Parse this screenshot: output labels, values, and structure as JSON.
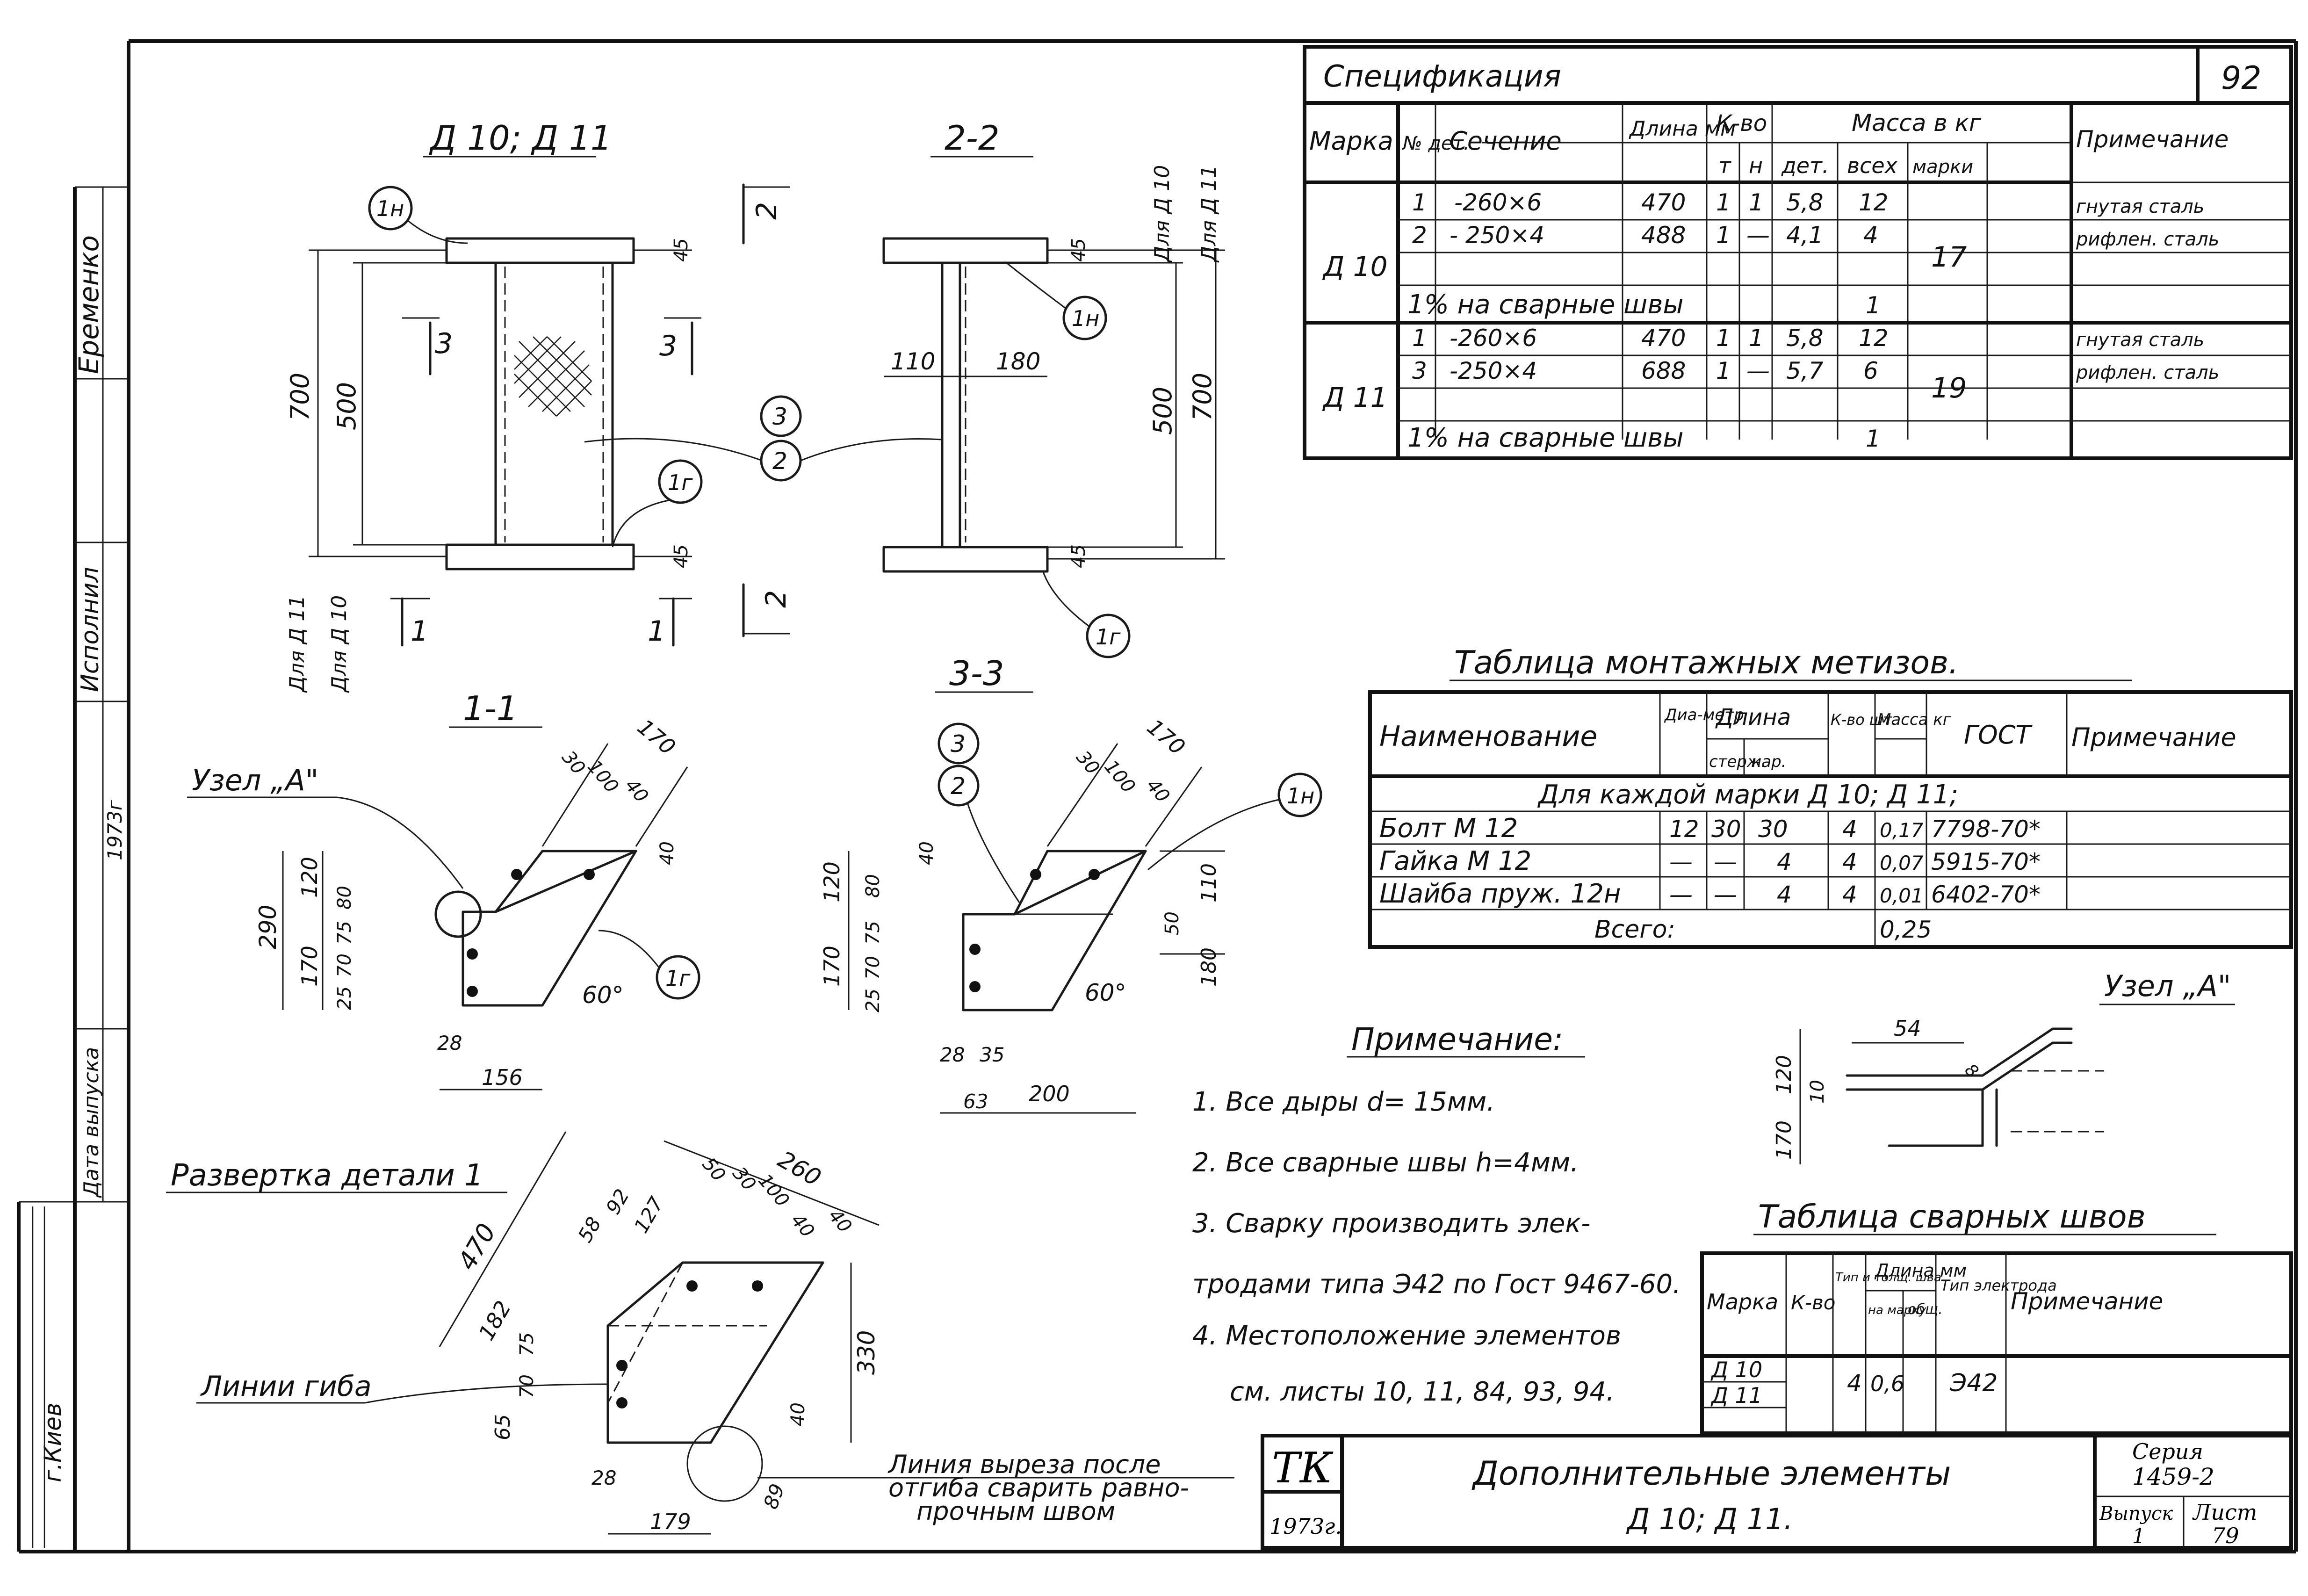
{
  "sheet_number": "92",
  "drawing": {
    "view_top_left_title": "Д 10; Д 11",
    "view_top_right_title": "2-2",
    "section_1_title": "1-1",
    "section_3_title": "3-3",
    "node_a_label": "Узел „А\"",
    "node_a_detail_title": "Узел „А\"",
    "unfold_title": "Развертка детали 1",
    "bend_lines_label": "Линии гиба",
    "cut_line_note": "Линия выреза после отгиба сварить равно-прочным швом",
    "markers": {
      "m1n": "1н",
      "m1r": "1г",
      "m2": "2",
      "m3": "3"
    },
    "cut_marks": {
      "c1": "1",
      "c2": "2",
      "c3": "3"
    },
    "for_d10": "Для Д 10",
    "for_d11": "Для Д 11",
    "dims": {
      "d700": "700",
      "d500": "500",
      "d45": "45",
      "d110": "110",
      "d180": "180",
      "d170": "170",
      "d30": "30",
      "d100": "100",
      "d40": "40",
      "d290": "290",
      "d120": "120",
      "d80": "80",
      "d75": "75",
      "d70": "70",
      "d25": "25",
      "d28": "28",
      "d156": "156",
      "d60": "60°",
      "d50": "50",
      "d35": "35",
      "d63": "63",
      "d200": "200",
      "d260": "260",
      "d470": "470",
      "d58": "58",
      "d92": "92",
      "d127": "127",
      "d182": "182",
      "d330": "330",
      "d65": "65",
      "d179": "179",
      "d89": "89",
      "d54": "54",
      "d10": "10",
      "d8": "8"
    }
  },
  "spec": {
    "title": "Спецификация",
    "headers": {
      "mark": "Марка",
      "det": "№ дет.",
      "section": "Сечение",
      "length": "Длина мм",
      "qty": "К-во",
      "qty_t": "т",
      "qty_n": "н",
      "mass": "Масса в кг",
      "mass_det": "дет.",
      "mass_all": "всех",
      "mass_mark": "марки",
      "note": "Примечание"
    },
    "d10": {
      "mark": "Д 10",
      "rows": [
        {
          "det": "1",
          "section": "-260×6",
          "length": "470",
          "t": "1",
          "n": "1",
          "m_det": "5,8",
          "m_all": "12",
          "note": "гнутая сталь"
        },
        {
          "det": "2",
          "section": "- 250×4",
          "length": "488",
          "t": "1",
          "n": "—",
          "m_det": "4,1",
          "m_all": "4",
          "note": "рифлен. сталь"
        }
      ],
      "welds_label": "1% на сварные швы",
      "welds_mass": "1",
      "mark_mass": "17"
    },
    "d11": {
      "mark": "Д 11",
      "rows": [
        {
          "det": "1",
          "section": "-260×6",
          "length": "470",
          "t": "1",
          "n": "1",
          "m_det": "5,8",
          "m_all": "12",
          "note": "гнутая сталь"
        },
        {
          "det": "3",
          "section": "-250×4",
          "length": "688",
          "t": "1",
          "n": "—",
          "m_det": "5,7",
          "m_all": "6",
          "note": "рифлен. сталь"
        }
      ],
      "welds_label": "1% на сварные швы",
      "welds_mass": "1",
      "mark_mass": "19"
    }
  },
  "hardware": {
    "title": "Таблица монтажных метизов.",
    "headers": {
      "name": "Наименование",
      "dia": "Диа-метр",
      "length": "Длина",
      "len_rod": "стерж.",
      "len_cut": "нар.",
      "qty": "К-во шт.",
      "mass": "Масса кг",
      "gost": "ГОСТ",
      "note": "Примечание"
    },
    "group": "Для каждой марки Д 10; Д 11;",
    "rows": [
      {
        "name": "Болт М 12",
        "dia": "12",
        "rod": "30",
        "cut": "30",
        "qty": "4",
        "mass": "0,17",
        "gost": "7798-70*"
      },
      {
        "name": "Гайка М 12",
        "dia": "—",
        "rod": "—",
        "cut": "4",
        "qty": "4",
        "mass": "0,07",
        "gost": "5915-70*"
      },
      {
        "name": "Шайба пруж. 12н",
        "dia": "—",
        "rod": "—",
        "cut": "4",
        "qty": "4",
        "mass": "0,01",
        "gost": "6402-70*"
      }
    ],
    "total_label": "Всего:",
    "total_mass": "0,25"
  },
  "notes": {
    "title": "Примечание:",
    "items": [
      "1. Все дыры  d= 15мм.",
      "2. Все сварные швы  h=4мм.",
      "3. Сварку производить элек-",
      "тродами типа Э42 по Гост 9467-60.",
      "4. Местоположение элементов",
      "см. листы 10, 11, 84, 93, 94."
    ]
  },
  "welds": {
    "title": "Таблица сварных швов",
    "headers": {
      "mark": "Марка",
      "qty": "К-во",
      "type": "Тип и толщ. шва",
      "length": "Длина мм",
      "len_mark": "на марку",
      "len_total": "общ.",
      "electrode": "Тип электрода",
      "note": "Примечание"
    },
    "rows": [
      {
        "mark": "Д 10"
      },
      {
        "mark": "Д 11"
      }
    ],
    "type": "4",
    "len_mark": "0,6",
    "electrode": "Э42"
  },
  "stamp": {
    "org": "ТК",
    "year": "1973г.",
    "title_line1": "Дополнительные элементы",
    "title_line2": "Д 10; Д 11.",
    "series_label": "Серия",
    "series": "1459-2",
    "issue_label": "Выпуск",
    "issue": "1",
    "sheet_label": "Лист",
    "sheet": "79"
  },
  "side_stamp": {
    "developer": "Еременко",
    "executor_label": "Исполнил",
    "year": "1973г",
    "date_label": "Дата выпуска",
    "city": "г.Киев"
  }
}
